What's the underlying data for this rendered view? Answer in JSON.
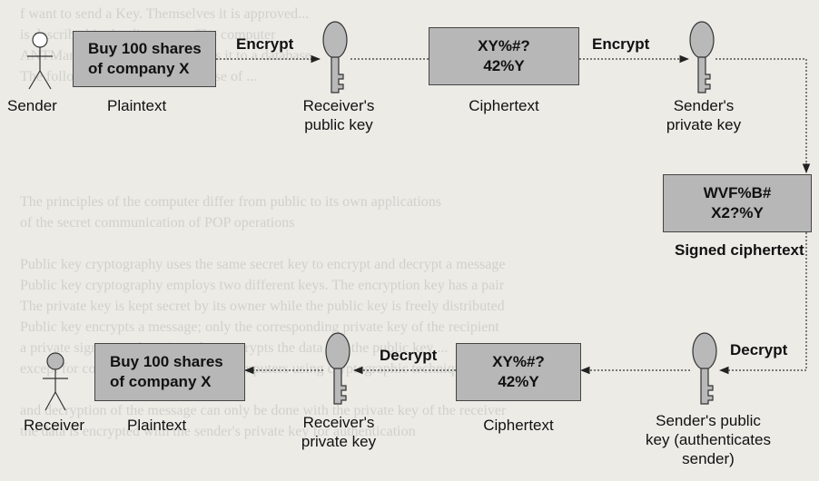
{
  "background_text": [
    "f want to send a Key. Themselves it is approved...",
    "is described in the diagram ... The computer",
    "ANTMarks stian Centre and sends it to a database",
    "The following algorithm is the base of ...",
    "",
    "",
    "",
    "",
    "",
    "The principles of the computer differ from public to its own applications",
    "of the secret communication of POP operations",
    "",
    "Public key cryptography uses the same secret key to encrypt and decrypt a message",
    "Public key cryptography employs two different keys. The encryption key has a pair",
    "The private key is kept secret by its owner while the public key is freely distributed",
    "Public key encrypts a message; only the corresponding private key of the recipient",
    "a private signature, the private key encrypts the data and the public key ...",
    "except for communication between computers using cryptographic techniques",
    "",
    "and decryption of the message can only be done with the private key of the receiver",
    "the data is encrypted with the sender's private key for authentication"
  ],
  "top_row": {
    "sender_label": "Sender",
    "plaintext_box": [
      "Buy 100 shares",
      "of company X"
    ],
    "plaintext_label": "Plaintext",
    "encrypt1_label": "Encrypt",
    "receiver_public_key_label": [
      "Receiver's",
      "public key"
    ],
    "ciphertext_box": [
      "XY%#?",
      "42%Y"
    ],
    "ciphertext_label": "Ciphertext",
    "encrypt2_label": "Encrypt",
    "sender_private_key_label": [
      "Sender's",
      "private key"
    ]
  },
  "signed": {
    "box": [
      "WVF%B#",
      "X2?%Y"
    ],
    "label": "Signed ciphertext"
  },
  "bottom_row": {
    "decrypt1_label": "Decrypt",
    "sender_public_key_label": [
      "Sender's public",
      "key (authenticates",
      "sender)"
    ],
    "ciphertext_box": [
      "XY%#?",
      "42%Y"
    ],
    "ciphertext_label": "Ciphertext",
    "decrypt2_label": "Decrypt",
    "receiver_private_key_label": [
      "Receiver's",
      "private key"
    ],
    "plaintext_box": [
      "Buy 100 shares",
      "of company X"
    ],
    "plaintext_label": "Plaintext",
    "receiver_label": "Receiver"
  },
  "colors": {
    "box_fill": "#b7b7b7",
    "key_fill": "#b9b9b9",
    "stroke": "#333333",
    "background": "#ecebe6"
  }
}
